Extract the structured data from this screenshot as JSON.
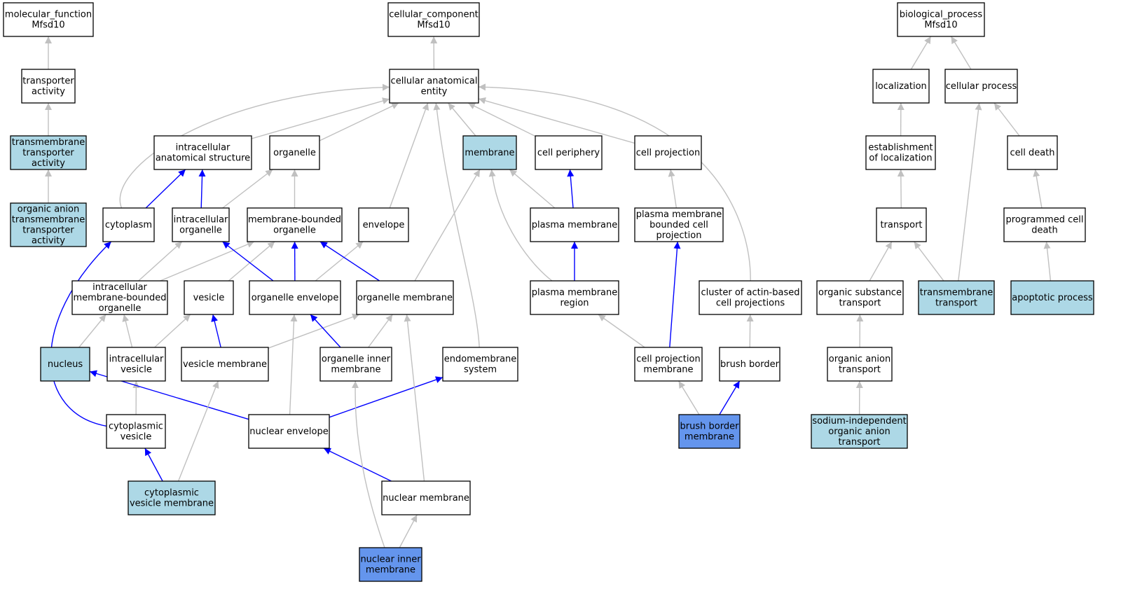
{
  "colors": {
    "plain": "#ffffff",
    "annotated": "#add8e6",
    "direct": "#6495ed",
    "edge_gray": "#c0c0c0",
    "edge_blue": "#0000ff"
  },
  "nodes": [
    {
      "id": "mf_root",
      "lines": [
        "molecular_function",
        "Mfsd10"
      ],
      "fill": "plain"
    },
    {
      "id": "transporter_activity",
      "lines": [
        "transporter",
        "activity"
      ],
      "fill": "plain"
    },
    {
      "id": "tm_transporter_activity",
      "lines": [
        "transmembrane",
        "transporter",
        "activity"
      ],
      "fill": "annotated"
    },
    {
      "id": "org_anion_tm_transporter",
      "lines": [
        "organic anion",
        "transmembrane",
        "transporter",
        "activity"
      ],
      "fill": "annotated"
    },
    {
      "id": "cc_root",
      "lines": [
        "cellular_component",
        "Mfsd10"
      ],
      "fill": "plain"
    },
    {
      "id": "cellular_anatomical_entity",
      "lines": [
        "cellular anatomical",
        "entity"
      ],
      "fill": "plain"
    },
    {
      "id": "intracellular_anatomical_structure",
      "lines": [
        "intracellular",
        "anatomical structure"
      ],
      "fill": "plain"
    },
    {
      "id": "organelle",
      "lines": [
        "organelle"
      ],
      "fill": "plain"
    },
    {
      "id": "membrane",
      "lines": [
        "membrane"
      ],
      "fill": "annotated"
    },
    {
      "id": "cell_periphery",
      "lines": [
        "cell periphery"
      ],
      "fill": "plain"
    },
    {
      "id": "cell_projection",
      "lines": [
        "cell projection"
      ],
      "fill": "plain"
    },
    {
      "id": "cytoplasm",
      "lines": [
        "cytoplasm"
      ],
      "fill": "plain"
    },
    {
      "id": "intracellular_organelle",
      "lines": [
        "intracellular",
        "organelle"
      ],
      "fill": "plain"
    },
    {
      "id": "membrane_bounded_organelle",
      "lines": [
        "membrane-bounded",
        "organelle"
      ],
      "fill": "plain"
    },
    {
      "id": "envelope",
      "lines": [
        "envelope"
      ],
      "fill": "plain"
    },
    {
      "id": "plasma_membrane",
      "lines": [
        "plasma membrane"
      ],
      "fill": "plain"
    },
    {
      "id": "pm_bounded_cell_projection",
      "lines": [
        "plasma membrane",
        "bounded cell",
        "projection"
      ],
      "fill": "plain"
    },
    {
      "id": "intracellular_mbo",
      "lines": [
        "intracellular",
        "membrane-bounded",
        "organelle"
      ],
      "fill": "plain"
    },
    {
      "id": "vesicle",
      "lines": [
        "vesicle"
      ],
      "fill": "plain"
    },
    {
      "id": "organelle_envelope",
      "lines": [
        "organelle envelope"
      ],
      "fill": "plain"
    },
    {
      "id": "organelle_membrane",
      "lines": [
        "organelle membrane"
      ],
      "fill": "plain"
    },
    {
      "id": "pm_region",
      "lines": [
        "plasma membrane",
        "region"
      ],
      "fill": "plain"
    },
    {
      "id": "actin_projections",
      "lines": [
        "cluster of actin-based",
        "cell projections"
      ],
      "fill": "plain"
    },
    {
      "id": "nucleus",
      "lines": [
        "nucleus"
      ],
      "fill": "annotated"
    },
    {
      "id": "intracellular_vesicle",
      "lines": [
        "intracellular",
        "vesicle"
      ],
      "fill": "plain"
    },
    {
      "id": "vesicle_membrane",
      "lines": [
        "vesicle membrane"
      ],
      "fill": "plain"
    },
    {
      "id": "organelle_inner_membrane",
      "lines": [
        "organelle inner",
        "membrane"
      ],
      "fill": "plain"
    },
    {
      "id": "endomembrane_system",
      "lines": [
        "endomembrane",
        "system"
      ],
      "fill": "plain"
    },
    {
      "id": "cell_projection_membrane",
      "lines": [
        "cell projection",
        "membrane"
      ],
      "fill": "plain"
    },
    {
      "id": "brush_border",
      "lines": [
        "brush border"
      ],
      "fill": "plain"
    },
    {
      "id": "cytoplasmic_vesicle",
      "lines": [
        "cytoplasmic",
        "vesicle"
      ],
      "fill": "plain"
    },
    {
      "id": "nuclear_envelope",
      "lines": [
        "nuclear envelope"
      ],
      "fill": "plain"
    },
    {
      "id": "brush_border_membrane",
      "lines": [
        "brush border",
        "membrane"
      ],
      "fill": "direct"
    },
    {
      "id": "cytoplasmic_vesicle_membrane",
      "lines": [
        "cytoplasmic",
        "vesicle membrane"
      ],
      "fill": "annotated"
    },
    {
      "id": "nuclear_membrane",
      "lines": [
        "nuclear membrane"
      ],
      "fill": "plain"
    },
    {
      "id": "nuclear_inner_membrane",
      "lines": [
        "nuclear inner",
        "membrane"
      ],
      "fill": "direct"
    },
    {
      "id": "bp_root",
      "lines": [
        "biological_process",
        "Mfsd10"
      ],
      "fill": "plain"
    },
    {
      "id": "localization",
      "lines": [
        "localization"
      ],
      "fill": "plain"
    },
    {
      "id": "cellular_process",
      "lines": [
        "cellular process"
      ],
      "fill": "plain"
    },
    {
      "id": "establishment_of_localization",
      "lines": [
        "establishment",
        "of localization"
      ],
      "fill": "plain"
    },
    {
      "id": "cell_death",
      "lines": [
        "cell death"
      ],
      "fill": "plain"
    },
    {
      "id": "transport",
      "lines": [
        "transport"
      ],
      "fill": "plain"
    },
    {
      "id": "programmed_cell_death",
      "lines": [
        "programmed cell",
        "death"
      ],
      "fill": "plain"
    },
    {
      "id": "organic_substance_transport",
      "lines": [
        "organic substance",
        "transport"
      ],
      "fill": "plain"
    },
    {
      "id": "transmembrane_transport",
      "lines": [
        "transmembrane",
        "transport"
      ],
      "fill": "annotated"
    },
    {
      "id": "apoptotic_process",
      "lines": [
        "apoptotic process"
      ],
      "fill": "annotated"
    },
    {
      "id": "organic_anion_transport",
      "lines": [
        "organic anion",
        "transport"
      ],
      "fill": "plain"
    },
    {
      "id": "sodium_indep_organic_anion_transport",
      "lines": [
        "sodium-independent",
        "organic anion",
        "transport"
      ],
      "fill": "annotated"
    }
  ],
  "edges": [
    {
      "from": "transporter_activity",
      "to": "mf_root",
      "color": "gray"
    },
    {
      "from": "tm_transporter_activity",
      "to": "transporter_activity",
      "color": "gray"
    },
    {
      "from": "org_anion_tm_transporter",
      "to": "tm_transporter_activity",
      "color": "gray"
    },
    {
      "from": "cellular_anatomical_entity",
      "to": "cc_root",
      "color": "gray"
    },
    {
      "from": "intracellular_anatomical_structure",
      "to": "cellular_anatomical_entity",
      "color": "gray"
    },
    {
      "from": "organelle",
      "to": "cellular_anatomical_entity",
      "color": "gray"
    },
    {
      "from": "membrane",
      "to": "cellular_anatomical_entity",
      "color": "gray"
    },
    {
      "from": "cell_periphery",
      "to": "cellular_anatomical_entity",
      "color": "gray"
    },
    {
      "from": "cell_projection",
      "to": "cellular_anatomical_entity",
      "color": "gray"
    },
    {
      "from": "cytoplasm",
      "to": "cellular_anatomical_entity",
      "color": "gray"
    },
    {
      "from": "envelope",
      "to": "cellular_anatomical_entity",
      "color": "gray"
    },
    {
      "from": "endomembrane_system",
      "to": "cellular_anatomical_entity",
      "color": "gray"
    },
    {
      "from": "actin_projections",
      "to": "cellular_anatomical_entity",
      "color": "gray"
    },
    {
      "from": "cytoplasm",
      "to": "intracellular_anatomical_structure",
      "color": "blue"
    },
    {
      "from": "intracellular_organelle",
      "to": "intracellular_anatomical_structure",
      "color": "blue"
    },
    {
      "from": "intracellular_organelle",
      "to": "organelle",
      "color": "gray"
    },
    {
      "from": "membrane_bounded_organelle",
      "to": "organelle",
      "color": "gray"
    },
    {
      "from": "plasma_membrane",
      "to": "membrane",
      "color": "gray"
    },
    {
      "from": "plasma_membrane",
      "to": "cell_periphery",
      "color": "blue"
    },
    {
      "from": "pm_bounded_cell_projection",
      "to": "cell_projection",
      "color": "gray"
    },
    {
      "from": "intracellular_mbo",
      "to": "intracellular_organelle",
      "color": "gray"
    },
    {
      "from": "intracellular_mbo",
      "to": "membrane_bounded_organelle",
      "color": "gray"
    },
    {
      "from": "vesicle",
      "to": "membrane_bounded_organelle",
      "color": "gray"
    },
    {
      "from": "organelle_envelope",
      "to": "membrane_bounded_organelle",
      "color": "blue"
    },
    {
      "from": "organelle_envelope",
      "to": "intracellular_organelle",
      "color": "blue"
    },
    {
      "from": "organelle_envelope",
      "to": "envelope",
      "color": "gray"
    },
    {
      "from": "organelle_membrane",
      "to": "membrane_bounded_organelle",
      "color": "blue"
    },
    {
      "from": "organelle_membrane",
      "to": "membrane",
      "color": "gray"
    },
    {
      "from": "pm_region",
      "to": "plasma_membrane",
      "color": "blue"
    },
    {
      "from": "pm_region",
      "to": "membrane",
      "color": "gray"
    },
    {
      "from": "nucleus",
      "to": "intracellular_mbo",
      "color": "gray"
    },
    {
      "from": "intracellular_vesicle",
      "to": "intracellular_mbo",
      "color": "gray"
    },
    {
      "from": "intracellular_vesicle",
      "to": "vesicle",
      "color": "gray"
    },
    {
      "from": "vesicle_membrane",
      "to": "vesicle",
      "color": "blue"
    },
    {
      "from": "vesicle_membrane",
      "to": "organelle_membrane",
      "color": "gray"
    },
    {
      "from": "organelle_inner_membrane",
      "to": "organelle_envelope",
      "color": "blue"
    },
    {
      "from": "organelle_inner_membrane",
      "to": "organelle_membrane",
      "color": "gray"
    },
    {
      "from": "cell_projection_membrane",
      "to": "pm_bounded_cell_projection",
      "color": "blue"
    },
    {
      "from": "cell_projection_membrane",
      "to": "pm_region",
      "color": "gray"
    },
    {
      "from": "brush_border",
      "to": "actin_projections",
      "color": "gray"
    },
    {
      "from": "cytoplasmic_vesicle",
      "to": "intracellular_vesicle",
      "color": "gray"
    },
    {
      "from": "cytoplasmic_vesicle",
      "to": "cytoplasm",
      "color": "blue"
    },
    {
      "from": "nuclear_envelope",
      "to": "organelle_envelope",
      "color": "gray"
    },
    {
      "from": "nuclear_envelope",
      "to": "nucleus",
      "color": "blue"
    },
    {
      "from": "nuclear_envelope",
      "to": "endomembrane_system",
      "color": "blue"
    },
    {
      "from": "brush_border_membrane",
      "to": "cell_projection_membrane",
      "color": "gray"
    },
    {
      "from": "brush_border_membrane",
      "to": "brush_border",
      "color": "blue"
    },
    {
      "from": "cytoplasmic_vesicle_membrane",
      "to": "cytoplasmic_vesicle",
      "color": "blue"
    },
    {
      "from": "cytoplasmic_vesicle_membrane",
      "to": "vesicle_membrane",
      "color": "gray"
    },
    {
      "from": "nuclear_membrane",
      "to": "nuclear_envelope",
      "color": "blue"
    },
    {
      "from": "nuclear_membrane",
      "to": "organelle_membrane",
      "color": "gray"
    },
    {
      "from": "nuclear_inner_membrane",
      "to": "nuclear_membrane",
      "color": "gray"
    },
    {
      "from": "nuclear_inner_membrane",
      "to": "organelle_inner_membrane",
      "color": "gray"
    },
    {
      "from": "localization",
      "to": "bp_root",
      "color": "gray"
    },
    {
      "from": "cellular_process",
      "to": "bp_root",
      "color": "gray"
    },
    {
      "from": "establishment_of_localization",
      "to": "localization",
      "color": "gray"
    },
    {
      "from": "cell_death",
      "to": "cellular_process",
      "color": "gray"
    },
    {
      "from": "transport",
      "to": "establishment_of_localization",
      "color": "gray"
    },
    {
      "from": "programmed_cell_death",
      "to": "cell_death",
      "color": "gray"
    },
    {
      "from": "organic_substance_transport",
      "to": "transport",
      "color": "gray"
    },
    {
      "from": "transmembrane_transport",
      "to": "transport",
      "color": "gray"
    },
    {
      "from": "transmembrane_transport",
      "to": "cellular_process",
      "color": "gray"
    },
    {
      "from": "apoptotic_process",
      "to": "programmed_cell_death",
      "color": "gray"
    },
    {
      "from": "organic_anion_transport",
      "to": "organic_substance_transport",
      "color": "gray"
    },
    {
      "from": "sodium_indep_organic_anion_transport",
      "to": "organic_anion_transport",
      "color": "gray"
    }
  ]
}
